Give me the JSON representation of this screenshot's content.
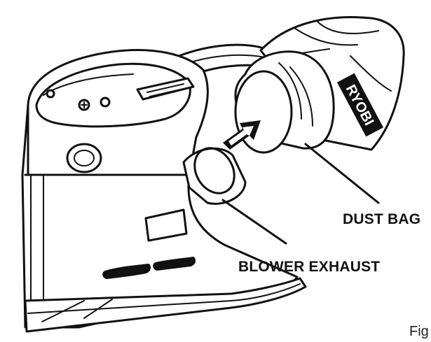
{
  "labels": {
    "dust_bag": "DUST BAG",
    "blower_exhaust": "BLOWER EXHAUST",
    "figure": "Fig",
    "brand_logo": "RYOBI"
  },
  "colors": {
    "ink": "#111111",
    "paper": "#ffffff"
  },
  "icons": {
    "insertion_arrow": "arrow-right-icon"
  }
}
